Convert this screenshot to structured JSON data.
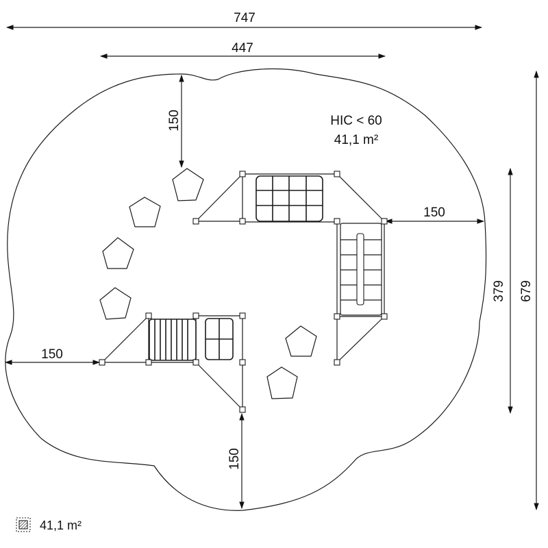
{
  "dimensions": {
    "overall_width": "747",
    "inner_width": "447",
    "top_clearance": "150",
    "right_clearance": "150",
    "left_clearance": "150",
    "bottom_clearance": "150",
    "inner_height": "379",
    "overall_height": "679"
  },
  "info": {
    "hic": "HIC < 60",
    "area": "41,1 m²"
  },
  "legend": {
    "area_label": "41,1 m²",
    "icon": "hatched-square-icon"
  }
}
